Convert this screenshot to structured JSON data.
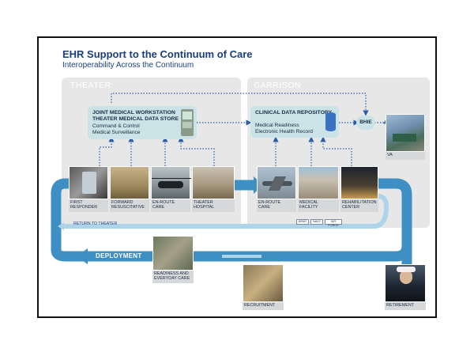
{
  "header": {
    "title": "EHR Support to the Continuum of Care",
    "subtitle": "Interoperability Across the Continuum"
  },
  "regions": {
    "theater": "THEATER",
    "garrison": "GARRISON"
  },
  "theater_store": {
    "title_line1": "JOINT MEDICAL WORKSTATION",
    "title_line2": "THEATER MEDICAL DATA STORE",
    "line1": "Command & Control",
    "line2": "Medical Surveillance"
  },
  "garrison_store": {
    "title": "CLINICAL DATA REPOSITORY",
    "line1": "Medical Readiness",
    "line2": "Electronic Health Record"
  },
  "bhie": "BHIE",
  "va": "VA",
  "theater_steps": [
    {
      "line1": "FIRST",
      "line2": "RESPONDER"
    },
    {
      "line1": "FORWARD",
      "line2": "RESUSCITATIVE"
    },
    {
      "line1": "EN-ROUTE",
      "line2": "CARE"
    },
    {
      "line1": "THEATER",
      "line2": "HOSPITAL"
    }
  ],
  "garrison_steps": [
    {
      "line1": "EN-ROUTE",
      "line2": "CARE"
    },
    {
      "line1": "MEDICAL",
      "line2": "FACILITY"
    },
    {
      "line1": "REHABILITATION",
      "line2": "CENTER"
    }
  ],
  "services": [
    "ARMY",
    "NAVY",
    "AIR FORCE"
  ],
  "return_to_theater": "RETURN TO THEATER",
  "deployment": "DEPLOYMENT",
  "readiness": {
    "line1": "READINESS AND",
    "line2": "EVERYDAY CARE"
  },
  "recruitment": "RECRUITMENT",
  "retirement": "RETIREMENT",
  "colors": {
    "title_blue": "#1a3f7a",
    "flow_blue": "#3d8fc4",
    "region_gray": "#e7e7e7",
    "store_teal": "#c9e3e6",
    "dotted_blue": "#2a5cab"
  }
}
